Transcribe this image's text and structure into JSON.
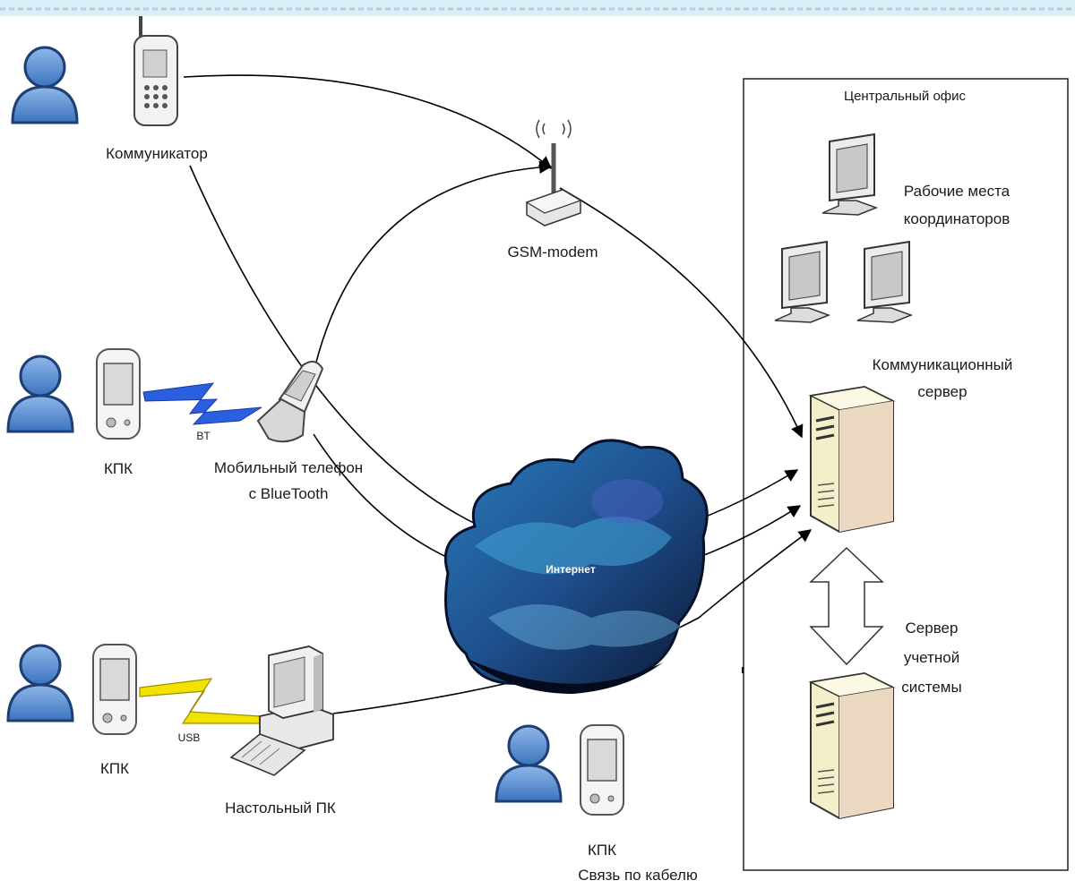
{
  "labels": {
    "communicator": "Коммуникатор",
    "gsm_modem": "GSM-modem",
    "central_office": "Центральный офис",
    "workstations_line1": "Рабочие места",
    "workstations_line2": "координаторов",
    "comm_server_line1": "Коммуникационный",
    "comm_server_line2": "сервер",
    "pda_bt": "КПК",
    "bt": "BT",
    "mobile_line1": "Мобильный телефон",
    "mobile_line2": "с BlueTooth",
    "internet": "Интернет",
    "account_server_line1": "Сервер",
    "account_server_line2": "учетной",
    "account_server_line3": "системы",
    "pda_usb": "КПК",
    "usb": "USB",
    "desktop_pc": "Настольный ПК",
    "pda_cable": "КПК",
    "cable_link": "Связь по кабелю"
  },
  "colors": {
    "person": "#5b8fd0",
    "bluetooth_bolt": "#2a5fe0",
    "usb_bolt": "#f2e200",
    "cloud_dark": "#0b1a3a",
    "cloud_mid": "#1e5aa0",
    "server_body": "#f3efc8"
  }
}
